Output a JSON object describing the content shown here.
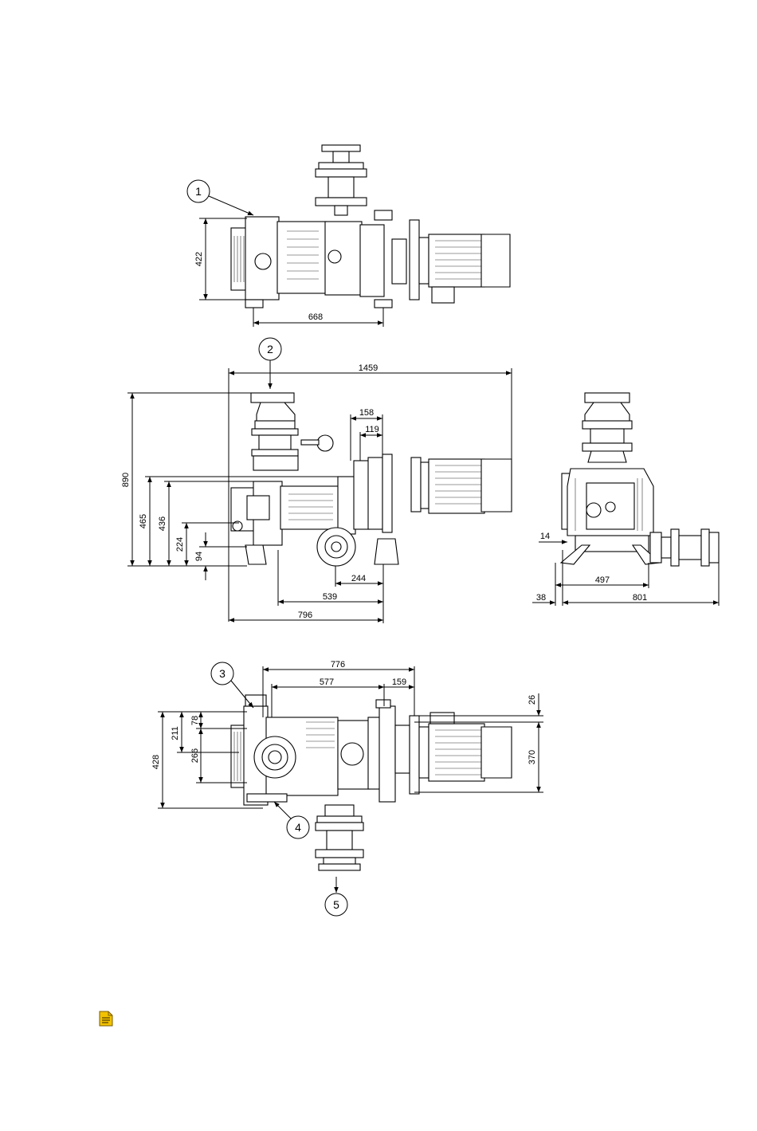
{
  "callouts": {
    "c1": "1",
    "c2": "2",
    "c3": "3",
    "c4": "4",
    "c5": "5"
  },
  "dimensions": {
    "top_view_height": "422",
    "top_view_width": "668",
    "overall_length": "1459",
    "flange_offset_158": "158",
    "flange_offset_119": "119",
    "overall_height": "890",
    "height_465": "465",
    "height_436": "436",
    "height_224": "224",
    "height_94": "94",
    "base_244": "244",
    "base_539": "539",
    "base_796": "796",
    "side_14": "14",
    "side_497": "497",
    "side_38": "38",
    "side_801": "801",
    "plan_776": "776",
    "plan_577": "577",
    "plan_159": "159",
    "plan_26": "26",
    "plan_370": "370",
    "plan_428": "428",
    "plan_211": "211",
    "plan_78": "78",
    "plan_266": "266"
  },
  "note_icon": {
    "name": "note-icon",
    "color": "#f2c200"
  }
}
